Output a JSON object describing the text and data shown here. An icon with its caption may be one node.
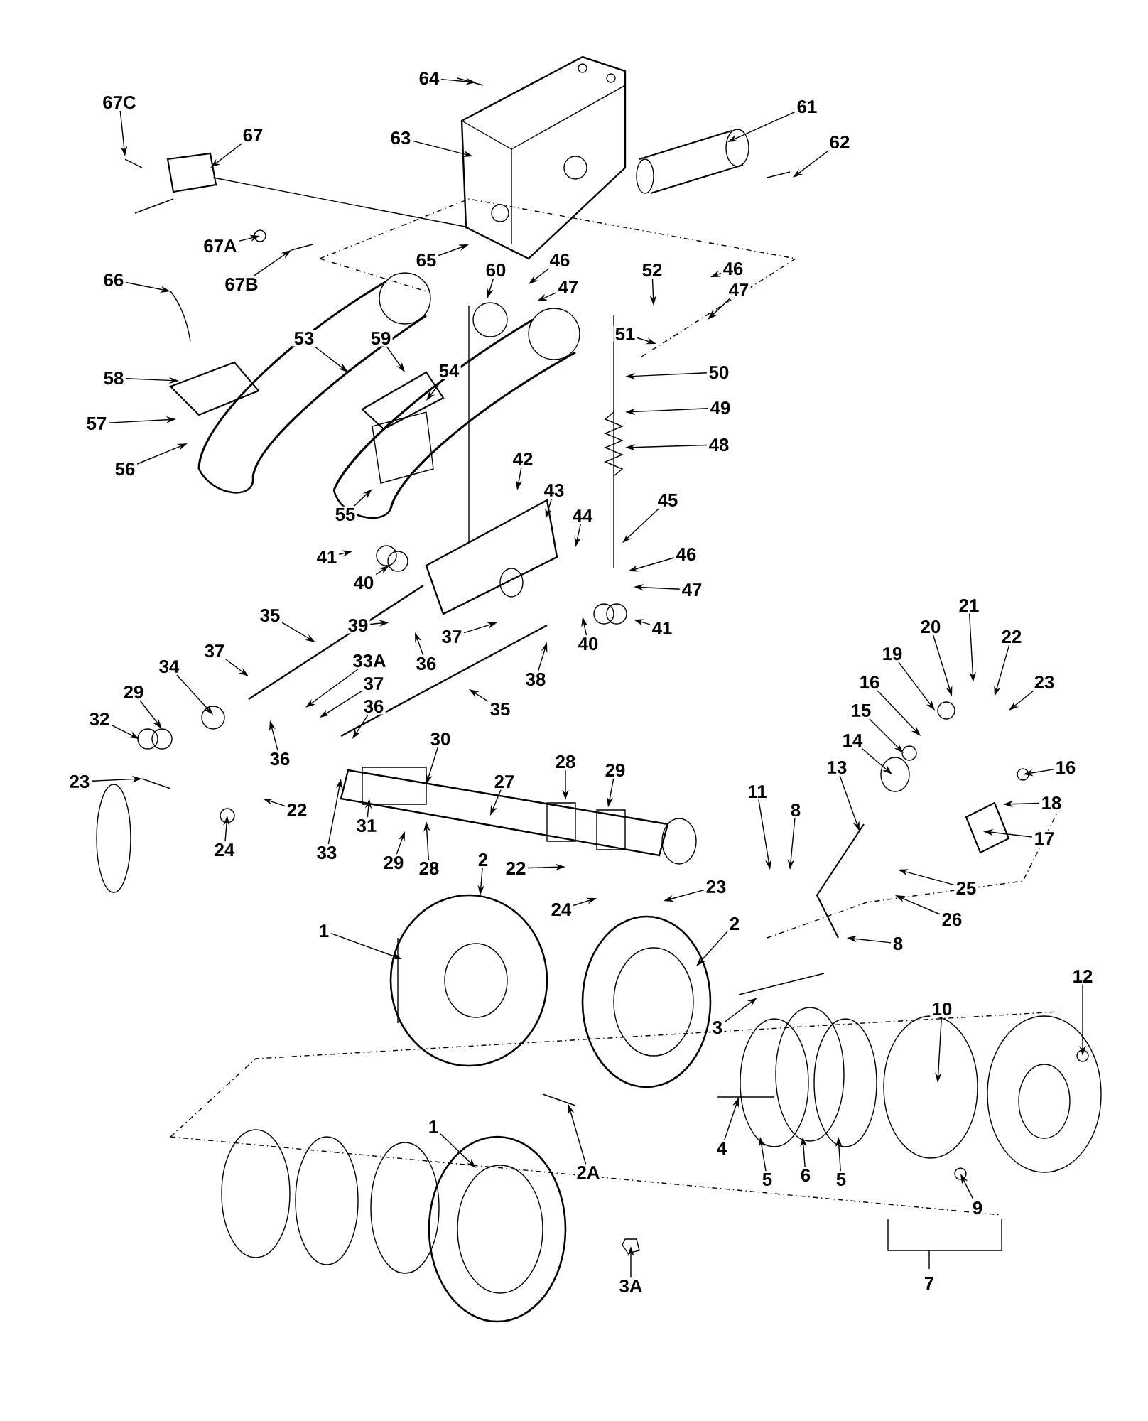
{
  "diagram": {
    "nodes": [
      {
        "text": [
          "64"
        ]
      },
      {
        "text": [
          "67C"
        ]
      },
      {
        "text": [
          "67"
        ]
      },
      {
        "text": [
          "63"
        ]
      },
      {
        "text": [
          "61"
        ]
      },
      {
        "text": [
          "62"
        ]
      },
      {
        "text": [
          "67A"
        ]
      },
      {
        "text": [
          "67B"
        ]
      },
      {
        "text": [
          "65"
        ]
      },
      {
        "text": [
          "46"
        ]
      },
      {
        "text": [
          "60"
        ]
      },
      {
        "text": [
          "47"
        ]
      },
      {
        "text": [
          "52"
        ]
      },
      {
        "text": [
          "46"
        ]
      },
      {
        "text": [
          "47"
        ]
      },
      {
        "text": [
          "66"
        ]
      },
      {
        "text": [
          "53"
        ]
      },
      {
        "text": [
          "59"
        ]
      },
      {
        "text": [
          "51"
        ]
      },
      {
        "text": [
          "50"
        ]
      },
      {
        "text": [
          "58"
        ]
      },
      {
        "text": [
          "54"
        ]
      },
      {
        "text": [
          "49"
        ]
      },
      {
        "text": [
          "57"
        ]
      },
      {
        "text": [
          "48"
        ]
      },
      {
        "text": [
          "56"
        ]
      },
      {
        "text": [
          "42"
        ]
      },
      {
        "text": [
          "43"
        ]
      },
      {
        "text": [
          "44"
        ]
      },
      {
        "text": [
          "45"
        ]
      },
      {
        "text": [
          "55"
        ]
      },
      {
        "text": [
          "41"
        ]
      },
      {
        "text": [
          "46"
        ]
      },
      {
        "text": [
          "40"
        ]
      },
      {
        "text": [
          "47"
        ]
      },
      {
        "text": [
          "39"
        ]
      },
      {
        "text": [
          "41"
        ]
      },
      {
        "text": [
          "35"
        ]
      },
      {
        "text": [
          "40"
        ]
      },
      {
        "text": [
          "37"
        ]
      },
      {
        "text": [
          "36"
        ]
      },
      {
        "text": [
          "38"
        ]
      },
      {
        "text": [
          "37"
        ]
      },
      {
        "text": [
          "34"
        ]
      },
      {
        "text": [
          "33A"
        ]
      },
      {
        "text": [
          "37"
        ]
      },
      {
        "text": [
          "35"
        ]
      },
      {
        "text": [
          "29"
        ]
      },
      {
        "text": [
          "36"
        ]
      },
      {
        "text": [
          "32"
        ]
      },
      {
        "text": [
          "36"
        ]
      },
      {
        "text": [
          "30"
        ]
      },
      {
        "text": [
          "27"
        ]
      },
      {
        "text": [
          "28"
        ]
      },
      {
        "text": [
          "29"
        ]
      },
      {
        "text": [
          "23"
        ]
      },
      {
        "text": [
          "22"
        ]
      },
      {
        "text": [
          "33"
        ]
      },
      {
        "text": [
          "31"
        ]
      },
      {
        "text": [
          "29"
        ]
      },
      {
        "text": [
          "28"
        ]
      },
      {
        "text": [
          "24"
        ]
      },
      {
        "text": [
          "22"
        ]
      },
      {
        "text": [
          "23"
        ]
      },
      {
        "text": [
          "24"
        ]
      },
      {
        "text": [
          "11"
        ]
      },
      {
        "text": [
          "8"
        ]
      },
      {
        "text": [
          "13"
        ]
      },
      {
        "text": [
          "14"
        ]
      },
      {
        "text": [
          "15"
        ]
      },
      {
        "text": [
          "16"
        ]
      },
      {
        "text": [
          "19"
        ]
      },
      {
        "text": [
          "20"
        ]
      },
      {
        "text": [
          "21"
        ]
      },
      {
        "text": [
          "22"
        ]
      },
      {
        "text": [
          "23"
        ]
      },
      {
        "text": [
          "16"
        ]
      },
      {
        "text": [
          "18"
        ]
      },
      {
        "text": [
          "17"
        ]
      },
      {
        "text": [
          "25"
        ]
      },
      {
        "text": [
          "26"
        ]
      },
      {
        "text": [
          "8"
        ]
      },
      {
        "text": [
          "1"
        ]
      },
      {
        "text": [
          "2"
        ]
      },
      {
        "text": [
          "2"
        ]
      },
      {
        "text": [
          "12"
        ]
      },
      {
        "text": [
          "3"
        ]
      },
      {
        "text": [
          "10"
        ]
      },
      {
        "text": [
          "4"
        ]
      },
      {
        "text": [
          "2A"
        ]
      },
      {
        "text": [
          "5"
        ]
      },
      {
        "text": [
          "6"
        ]
      },
      {
        "text": [
          "5"
        ]
      },
      {
        "text": [
          "9"
        ]
      },
      {
        "text": [
          "1"
        ]
      },
      {
        "text": [
          "3A"
        ]
      }
    ],
    "edges": [
      {
        "from": 0,
        "to": null,
        "arrow": "to"
      },
      {
        "from": 1,
        "to": null,
        "arrow": "to"
      },
      {
        "from": 2,
        "to": null,
        "arrow": "to"
      },
      {
        "from": 3,
        "to": null,
        "arrow": "to"
      },
      {
        "from": 4,
        "to": null,
        "arrow": "to"
      },
      {
        "from": 5,
        "to": null,
        "arrow": "to"
      },
      {
        "from": 6,
        "to": null,
        "arrow": "to"
      },
      {
        "from": 7,
        "to": null,
        "arrow": "to"
      },
      {
        "from": 8,
        "to": null,
        "arrow": "to"
      },
      {
        "from": 9,
        "to": null,
        "arrow": "to"
      },
      {
        "from": 10,
        "to": null,
        "arrow": "to"
      },
      {
        "from": 11,
        "to": null,
        "arrow": "to"
      },
      {
        "from": 12,
        "to": null,
        "arrow": "to"
      },
      {
        "from": 13,
        "to": null,
        "arrow": "to"
      },
      {
        "from": 14,
        "to": null,
        "arrow": "to"
      },
      {
        "from": 15,
        "to": null,
        "arrow": "to"
      },
      {
        "from": 16,
        "to": null,
        "arrow": "to"
      },
      {
        "from": 17,
        "to": null,
        "arrow": "to"
      },
      {
        "from": 18,
        "to": null,
        "arrow": "to"
      },
      {
        "from": 19,
        "to": null,
        "arrow": "to"
      },
      {
        "from": 20,
        "to": null,
        "arrow": "to"
      },
      {
        "from": 21,
        "to": null,
        "arrow": "to"
      },
      {
        "from": 22,
        "to": null,
        "arrow": "to"
      },
      {
        "from": 23,
        "to": null,
        "arrow": "to"
      },
      {
        "from": 24,
        "to": null,
        "arrow": "to"
      },
      {
        "from": 25,
        "to": null,
        "arrow": "to"
      },
      {
        "from": 26,
        "to": null,
        "arrow": "to"
      },
      {
        "from": 27,
        "to": null,
        "arrow": "to"
      },
      {
        "from": 28,
        "to": null,
        "arrow": "to"
      },
      {
        "from": 29,
        "to": null,
        "arrow": "to"
      },
      {
        "from": 30,
        "to": null,
        "arrow": "to"
      },
      {
        "from": 31,
        "to": null,
        "arrow": "to"
      },
      {
        "from": 32,
        "to": null,
        "arrow": "to"
      },
      {
        "from": 33,
        "to": null,
        "arrow": "to"
      },
      {
        "from": 34,
        "to": null,
        "arrow": "to"
      },
      {
        "from": 35,
        "to": null,
        "arrow": "to"
      },
      {
        "from": 36,
        "to": null,
        "arrow": "to"
      },
      {
        "from": 37,
        "to": null,
        "arrow": "to"
      },
      {
        "from": 38,
        "to": null,
        "arrow": "to"
      },
      {
        "from": 39,
        "to": null,
        "arrow": "to"
      },
      {
        "from": 40,
        "to": null,
        "arrow": "to"
      },
      {
        "from": 41,
        "to": null,
        "arrow": "to"
      },
      {
        "from": 42,
        "to": null,
        "arrow": "to"
      },
      {
        "from": 43,
        "to": null,
        "arrow": "to"
      },
      {
        "from": 44,
        "to": null,
        "arrow": "to"
      },
      {
        "from": 45,
        "to": null,
        "arrow": "to"
      },
      {
        "from": 46,
        "to": null,
        "arrow": "to"
      },
      {
        "from": 47,
        "to": null,
        "arrow": "to"
      },
      {
        "from": 48,
        "to": null,
        "arrow": "to"
      },
      {
        "from": 49,
        "to": null,
        "arrow": "to"
      },
      {
        "from": 50,
        "to": null,
        "arrow": "to"
      },
      {
        "from": 51,
        "to": null,
        "arrow": "to"
      },
      {
        "from": 52,
        "to": null,
        "arrow": "to"
      },
      {
        "from": 53,
        "to": null,
        "arrow": "to"
      },
      {
        "from": 54,
        "to": null,
        "arrow": "to"
      },
      {
        "from": 55,
        "to": null,
        "arrow": "to"
      },
      {
        "from": 56,
        "to": null,
        "arrow": "to"
      },
      {
        "from": 57,
        "to": null,
        "arrow": "to"
      },
      {
        "from": 58,
        "to": null,
        "arrow": "to"
      },
      {
        "from": 59,
        "to": null,
        "arrow": "to"
      },
      {
        "from": 60,
        "to": null,
        "arrow": "to"
      },
      {
        "from": 61,
        "to": null,
        "arrow": "to"
      },
      {
        "from": 62,
        "to": null,
        "arrow": "to"
      },
      {
        "from": 63,
        "to": null,
        "arrow": "to"
      },
      {
        "from": 64,
        "to": null,
        "arrow": "to"
      },
      {
        "from": 65,
        "to": null,
        "arrow": "to"
      },
      {
        "from": 66,
        "to": null,
        "arrow": "to"
      },
      {
        "from": 67,
        "to": null,
        "arrow": "to"
      },
      {
        "from": 68,
        "to": null,
        "arrow": "to"
      },
      {
        "from": 69,
        "to": null,
        "arrow": "to"
      },
      {
        "from": 70,
        "to": null,
        "arrow": "to"
      },
      {
        "from": 71,
        "to": null,
        "arrow": "to"
      },
      {
        "from": 72,
        "to": null,
        "arrow": "to"
      },
      {
        "from": 73,
        "to": null,
        "arrow": "to"
      },
      {
        "from": 74,
        "to": null,
        "arrow": "to"
      },
      {
        "from": 75,
        "to": null,
        "arrow": "to"
      },
      {
        "from": 76,
        "to": null,
        "arrow": "to"
      },
      {
        "from": 77,
        "to": null,
        "arrow": "to"
      },
      {
        "from": 78,
        "to": null,
        "arrow": "to"
      },
      {
        "from": 79,
        "to": null,
        "arrow": "to"
      },
      {
        "from": 80,
        "to": null,
        "arrow": "to"
      },
      {
        "from": 81,
        "to": null,
        "arrow": "to"
      },
      {
        "from": 82,
        "to": null,
        "arrow": "to"
      },
      {
        "from": 83,
        "to": null,
        "arrow": "to"
      },
      {
        "from": 84,
        "to": null,
        "arrow": "to"
      },
      {
        "from": 85,
        "to": null,
        "arrow": "to"
      },
      {
        "from": 86,
        "to": null,
        "arrow": "to"
      },
      {
        "from": 87,
        "to": null,
        "arrow": "to"
      },
      {
        "from": 88,
        "to": null,
        "arrow": "to"
      },
      {
        "from": 89,
        "to": null,
        "arrow": "to"
      },
      {
        "from": 90,
        "to": null,
        "arrow": "to"
      },
      {
        "from": 91,
        "to": null,
        "arrow": "to"
      },
      {
        "from": 92,
        "to": null,
        "arrow": "to"
      },
      {
        "from": 93,
        "to": null,
        "arrow": "to"
      },
      {
        "from": 94,
        "to": null,
        "arrow": "to"
      },
      {
        "from": 95,
        "to": null,
        "arrow": "to"
      }
    ],
    "labels": [
      "7"
    ]
  }
}
